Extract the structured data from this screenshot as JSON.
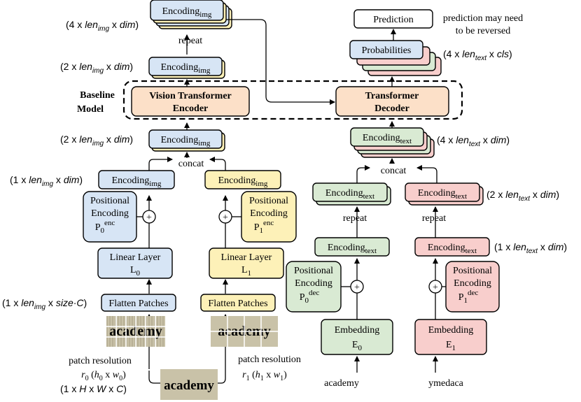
{
  "colors": {
    "blue": "#d7e5f5",
    "yellow": "#fdf1b8",
    "green": "#d9ead3",
    "red": "#f8cecc",
    "orange": "#fce0c8",
    "white": "#ffffff",
    "stroke": "#000000"
  },
  "baseline": {
    "line1": "Baseline",
    "line2": "Model"
  },
  "vit": {
    "line1": "Vision Transformer",
    "line2": "Encoder"
  },
  "dec": {
    "line1": "Transformer",
    "line2": "Decoder"
  },
  "prediction": "Prediction",
  "note": {
    "line1": "prediction may need",
    "line2": "to be reversed"
  },
  "prob": "Probabilities",
  "enc_img": {
    "main": "Encoding",
    "sub": "img"
  },
  "enc_text": {
    "main": "Encoding",
    "sub": "text"
  },
  "repeat": "repeat",
  "concat": "concat",
  "dims": {
    "img4": {
      "pre": "(4 x ",
      "it": "len",
      "sub": "img",
      "post": " x ",
      "it2": "dim",
      "end": ")"
    },
    "img2a": {
      "pre": "(2 x ",
      "it": "len",
      "sub": "img",
      "post": " x ",
      "it2": "dim",
      "end": ")"
    },
    "img2b": {
      "pre": "(2 x ",
      "it": "len",
      "sub": "img",
      "post": " x ",
      "it2": "dim",
      "end": ")"
    },
    "img1": {
      "pre": "(1 x ",
      "it": "len",
      "sub": "img",
      "post": " x ",
      "it2": "dim",
      "end": ")"
    },
    "patch": {
      "pre": "(1 x ",
      "it": "len",
      "sub": "img",
      "post": " x ",
      "it2": "size·C",
      "end": ")"
    },
    "cls": {
      "pre": "(4 x ",
      "it": "len",
      "sub": "text",
      "post": " x ",
      "it2": "cls",
      "end": ")"
    },
    "text4": {
      "pre": "(4 x ",
      "it": "len",
      "sub": "text",
      "post": " x ",
      "it2": "dim",
      "end": ")"
    },
    "text2": {
      "pre": "(2 x ",
      "it": "len",
      "sub": "text",
      "post": " x ",
      "it2": "dim",
      "end": ")"
    },
    "text1": {
      "pre": "(1 x ",
      "it": "len",
      "sub": "text",
      "post": " x ",
      "it2": "dim",
      "end": ")"
    }
  },
  "posenc0": {
    "l1": "Positional",
    "l2": "Encoding",
    "main": "P",
    "sub": "0",
    "sup": "enc"
  },
  "posenc1": {
    "l1": "Positional",
    "l2": "Encoding",
    "main": "P",
    "sub": "1",
    "sup": "enc"
  },
  "posdec0": {
    "l1": "Positional",
    "l2": "Encoding",
    "main": "P",
    "sub": "0",
    "sup": "dec"
  },
  "posdec1": {
    "l1": "Positional",
    "l2": "Encoding",
    "main": "P",
    "sub": "1",
    "sup": "dec"
  },
  "linear0": {
    "l1": "Linear Layer",
    "main": "L",
    "sub": "0"
  },
  "linear1": {
    "l1": "Linear Layer",
    "main": "L",
    "sub": "1"
  },
  "flatten": "Flatten Patches",
  "embed0": {
    "l1": "Embedding",
    "main": "E",
    "sub": "0"
  },
  "embed1": {
    "l1": "Embedding",
    "main": "E",
    "sub": "1"
  },
  "word": "academy",
  "patchres0": {
    "l1": "patch resolution",
    "r": "r",
    "rsub": "0",
    "h": "h",
    "hsub": "0",
    "w": "w",
    "wsub": "0"
  },
  "patchres1": {
    "l1": "patch resolution",
    "r": "r",
    "rsub": "1",
    "h": "h",
    "hsub": "1",
    "w": "w",
    "wsub": "1"
  },
  "inputdim": {
    "pre": "(1 x ",
    "H": "H",
    "x1": " x ",
    "W": "W",
    "x2": " x ",
    "C": "C",
    "end": ")"
  },
  "input_text0": "academy",
  "input_text1": "ymedaca",
  "plus": "+"
}
